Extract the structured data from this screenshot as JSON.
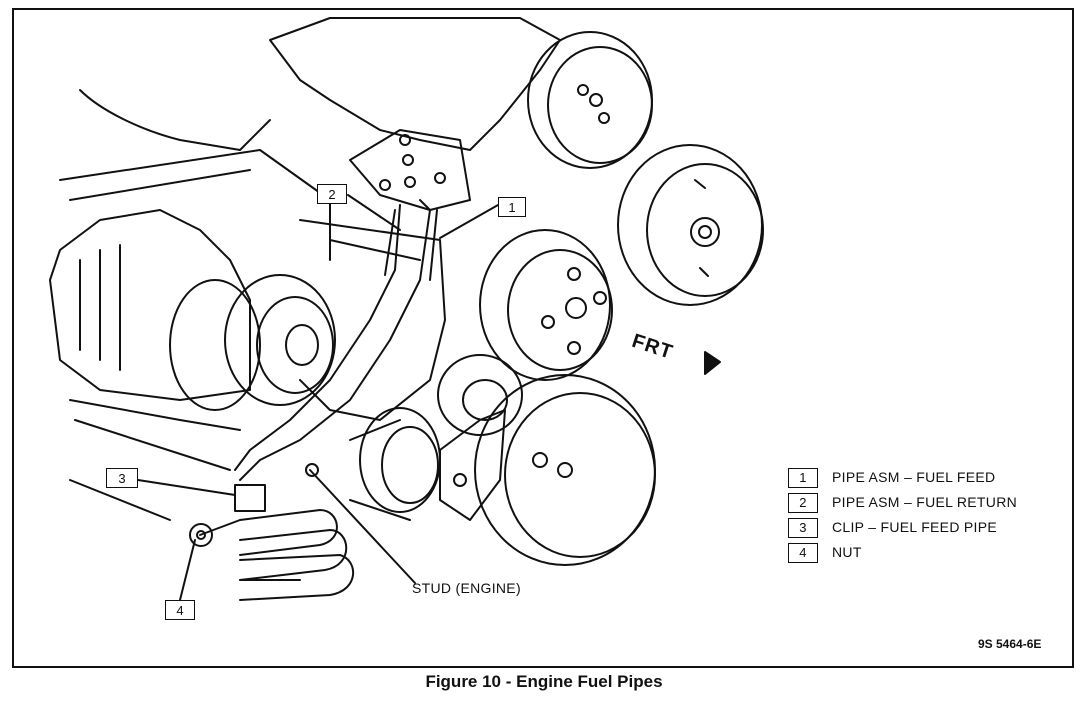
{
  "callouts": [
    {
      "num": "1"
    },
    {
      "num": "2"
    },
    {
      "num": "3"
    },
    {
      "num": "4"
    }
  ],
  "legend": [
    {
      "num": "1",
      "text": "PIPE ASM  –  FUEL FEED"
    },
    {
      "num": "2",
      "text": "PIPE ASM  –  FUEL RETURN"
    },
    {
      "num": "3",
      "text": "CLIP  –  FUEL FEED PIPE"
    },
    {
      "num": "4",
      "text": "NUT"
    }
  ],
  "stud_label": "STUD (ENGINE)",
  "direction_label": "FRT",
  "doc_code": "9S 5464-6E",
  "caption": "Figure 10 - Engine Fuel Pipes"
}
